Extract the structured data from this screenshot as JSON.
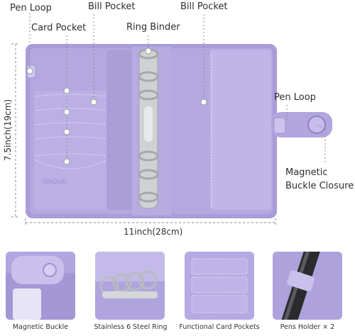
{
  "callouts": {
    "pen_loop_top": "Pen  Loop",
    "card_pocket": "Card Pocket",
    "bill_pocket_left": "Bill Pocket",
    "ring_binder": "Ring Binder",
    "bill_pocket_right": "Bill Pocket",
    "pen_loop_right": "Pen  Loop",
    "magnetic_buckle_closure": "Magnetic\nBuckle Closure"
  },
  "dimensions": {
    "height": "7.5inch(19cm)",
    "width": "11inch(28cm)"
  },
  "brand_mark": "SINDUE",
  "features": [
    {
      "caption": "Magnetic Buckle"
    },
    {
      "caption": "Stainless 6 Steel Ring"
    },
    {
      "caption": "Functional Card Pockets"
    },
    {
      "caption": "Pens Holder × 2"
    }
  ],
  "colors": {
    "binder_lavender": "#b2a6df",
    "binder_shadow": "#9f93cf",
    "pocket_lavender": "#bdb3e6",
    "ring_silver": "#c9cbcf",
    "dashed_line": "#8a8a8a"
  }
}
